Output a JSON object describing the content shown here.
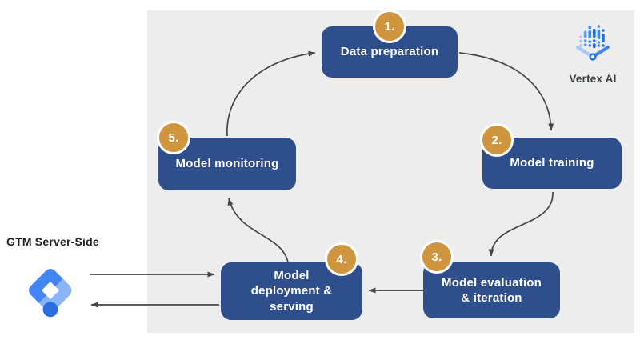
{
  "colors": {
    "box_blue": "#2e4e8c",
    "badge_orange": "#d0953f",
    "panel_gray": "#ededed",
    "arrow_gray": "#454545",
    "label_dark": "#202124",
    "vertex_text": "#3c4043",
    "gtm_blue": "#4285f4",
    "gtm_light_blue": "#8ab4f8",
    "gtm_dark_blue": "#2b6de3",
    "box_text": "#ffffff"
  },
  "left_panel": {
    "gtm_label": "GTM Server-Side"
  },
  "vertex": {
    "label": "Vertex AI"
  },
  "steps": [
    {
      "number": "1.",
      "label": "Data preparation"
    },
    {
      "number": "2.",
      "label": "Model training"
    },
    {
      "number": "3.",
      "label": "Model evaluation\n& iteration"
    },
    {
      "number": "4.",
      "label": "Model\ndeployment &\nserving"
    },
    {
      "number": "5.",
      "label": "Model monitoring"
    }
  ],
  "edges": [
    {
      "from": "Model monitoring",
      "to": "Data preparation"
    },
    {
      "from": "Data preparation",
      "to": "Model training"
    },
    {
      "from": "Model training",
      "to": "Model evaluation & iteration"
    },
    {
      "from": "Model evaluation & iteration",
      "to": "Model deployment & serving"
    },
    {
      "from": "Model deployment & serving",
      "to": "Model monitoring"
    },
    {
      "from": "GTM Server-Side",
      "to": "Model deployment & serving"
    },
    {
      "from": "Model deployment & serving",
      "to": "GTM Server-Side"
    }
  ]
}
